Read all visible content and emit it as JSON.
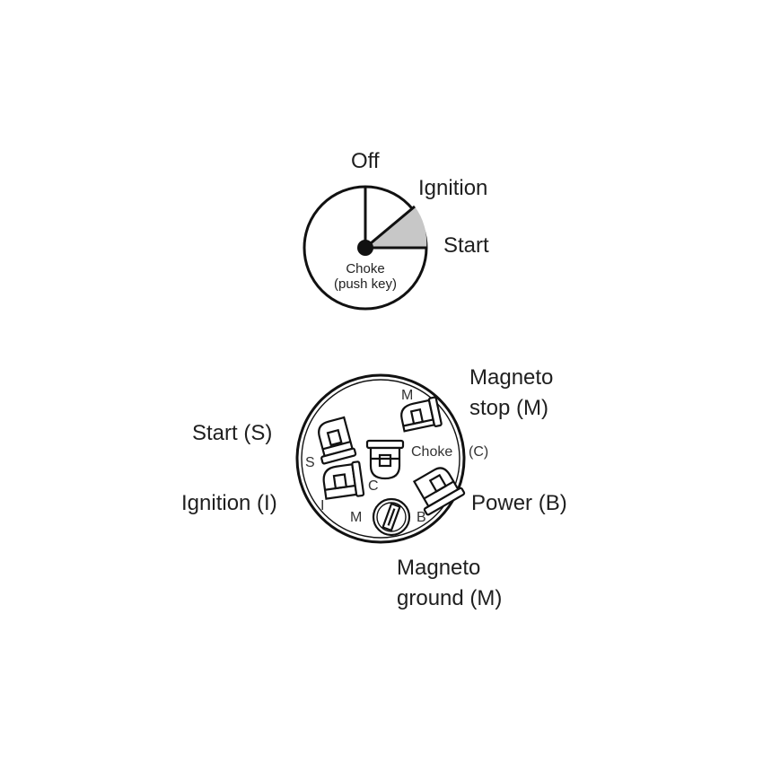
{
  "dial": {
    "off": "Off",
    "ignition": "Ignition",
    "start": "Start",
    "choke_line1": "Choke",
    "choke_line2": "(push key)",
    "shaded_color": "#c7c7c7"
  },
  "connector": {
    "magneto_stop_line1": "Magneto",
    "magneto_stop_line2": "stop (M)",
    "start": "Start (S)",
    "ignition": "Ignition (I)",
    "power": "Power (B)",
    "magneto_ground_line1": "Magneto",
    "magneto_ground_line2": "ground (M)",
    "choke": "Choke",
    "choke_code": "(C)",
    "terminal_m_top": "M",
    "terminal_s": "S",
    "terminal_c": "C",
    "terminal_i": "I",
    "terminal_m_bottom": "M",
    "terminal_b": "B"
  }
}
